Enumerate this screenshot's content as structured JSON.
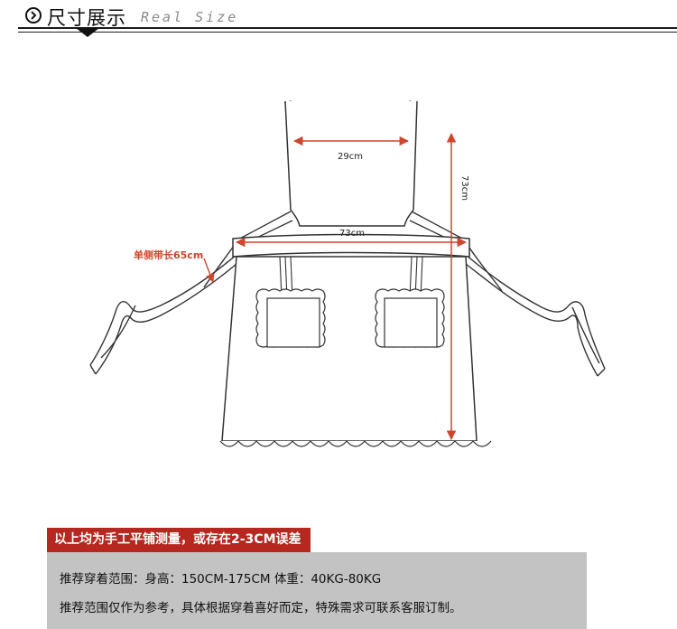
{
  "header": {
    "title": "尺寸展示",
    "subtitle": "Real Size",
    "icon": "chevron-circle-right-icon"
  },
  "dimensions": {
    "top_width": "29cm",
    "waist_width": "73cm",
    "total_length": "73cm",
    "strap_length": "单侧带长65cm"
  },
  "notes": {
    "banner": "以上均为手工平铺测量，或存在2-3CM误差",
    "line1": "推荐穿着范围：身高：150CM-175CM    体重：40KG-80KG",
    "line2": "推荐范围仅作为参考，具体根据穿着喜好而定，特殊需求可联系客服订制。"
  },
  "colors": {
    "banner_bg": "#b5271f",
    "note_bg": "#c3c3c3",
    "arrow": "#d0452d",
    "strap_label": "#d0452d"
  }
}
